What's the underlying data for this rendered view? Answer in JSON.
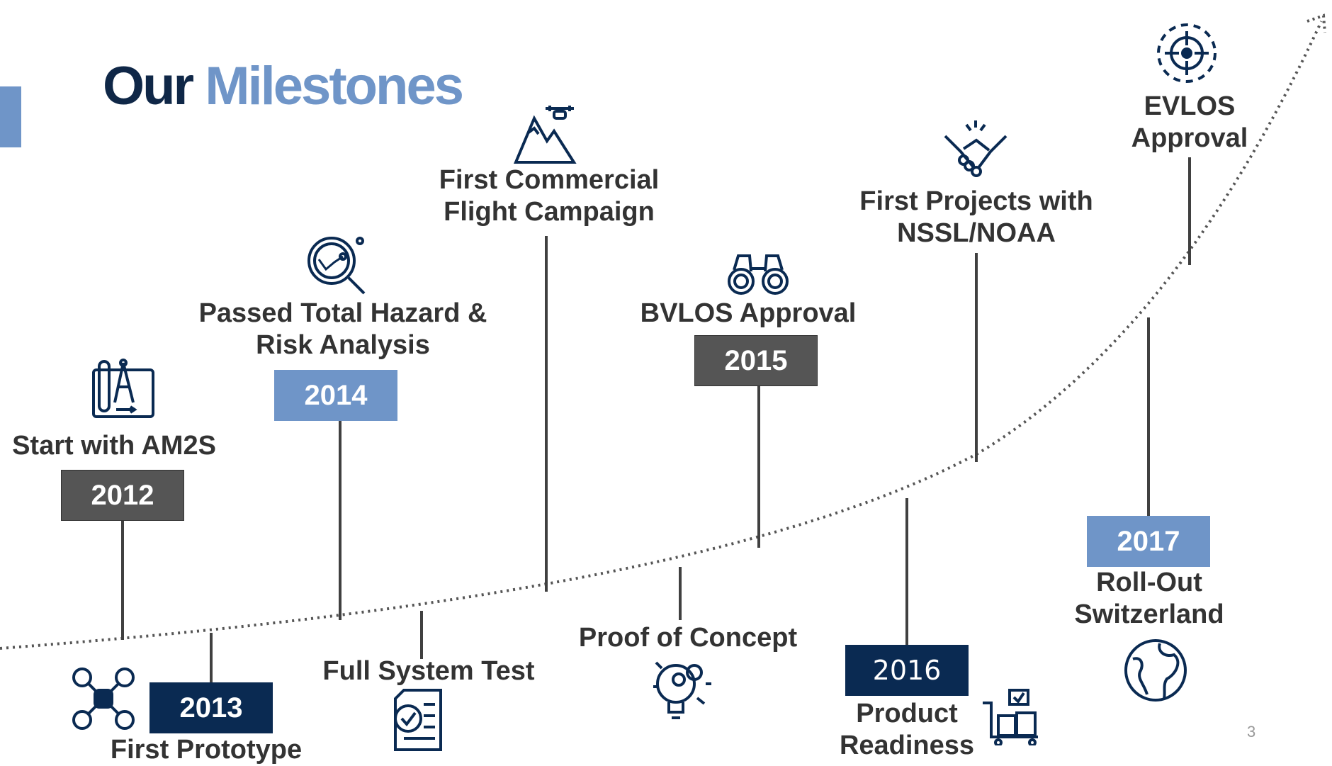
{
  "title": {
    "part1": "Our",
    "part2": "Milestones"
  },
  "page_number": "3",
  "milestones": [
    {
      "year": "2012",
      "label": "Start with AM2S",
      "icon": "blueprint-compass-icon"
    },
    {
      "year": "2013",
      "label": "First Prototype",
      "icon": "drone-icon"
    },
    {
      "year": "2014",
      "label": "Passed Total Hazard &\nRisk Analysis",
      "icon": "magnifier-analytics-icon"
    },
    {
      "year": "",
      "label": "Full System Test",
      "icon": "checklist-document-icon"
    },
    {
      "year": "",
      "label": "First Commercial\nFlight Campaign",
      "icon": "mountain-drone-icon"
    },
    {
      "year": "",
      "label": "Proof of Concept",
      "icon": "lightbulb-gears-icon"
    },
    {
      "year": "2015",
      "label": "BVLOS Approval",
      "icon": "binoculars-icon"
    },
    {
      "year": "2016",
      "label": "Product\nReadiness",
      "icon": "delivery-cart-icon"
    },
    {
      "year": "",
      "label": "First Projects with\nNSSL/NOAA",
      "icon": "handshake-icon"
    },
    {
      "year": "2017",
      "label": "Roll-Out\nSwitzerland",
      "icon": "globe-icon"
    },
    {
      "year": "",
      "label": "EVLOS\nApproval",
      "icon": "compass-target-icon"
    }
  ],
  "colors": {
    "navy": "#0a2a52",
    "light_blue": "#6f95c8",
    "dark_gray": "#555555",
    "text": "#333333"
  }
}
